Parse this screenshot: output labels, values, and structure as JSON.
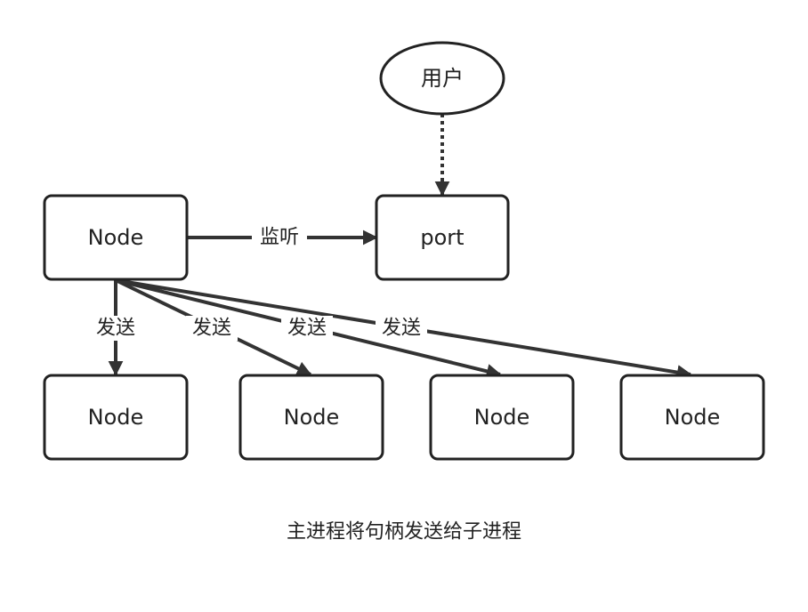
{
  "nodes": {
    "user": "用户",
    "port": "port",
    "main": "Node",
    "child_1": "Node",
    "child_2": "Node",
    "child_3": "Node",
    "child_4": "Node"
  },
  "edges": {
    "listen": "监听",
    "send_1": "发送",
    "send_2": "发送",
    "send_3": "发送",
    "send_4": "发送"
  },
  "caption": "主进程将句柄发送给子进程",
  "colors": {
    "stroke": "#333333",
    "text": "#222222",
    "background": "#ffffff"
  }
}
